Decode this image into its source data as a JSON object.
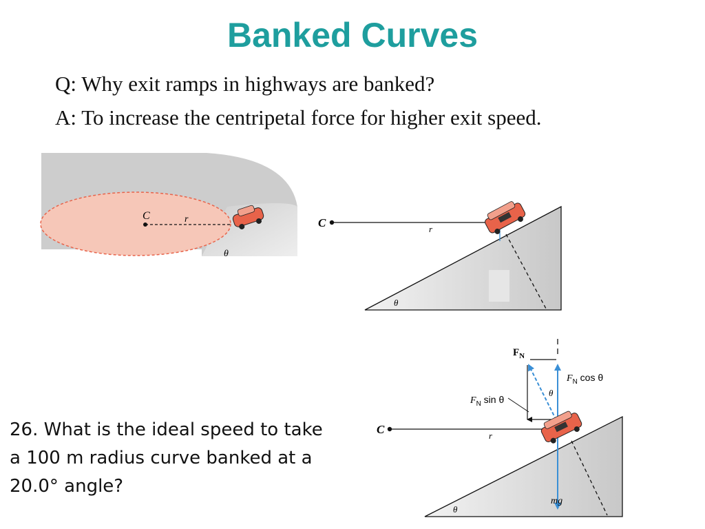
{
  "slide": {
    "title": "Banked Curves",
    "question": "Q: Why exit ramps in highways are banked?",
    "answer": "A: To increase the centripetal force for higher exit speed.",
    "problem_line1": "26. What is the ideal speed to take",
    "problem_line2": "a 100 m radius curve banked at a",
    "problem_line3": "20.0° angle?"
  },
  "figure1": {
    "center_label": "C",
    "radius_label": "r",
    "angle_label": "θ"
  },
  "figure2": {
    "center_label": "C",
    "radius_label": "r",
    "angle_label": "θ"
  },
  "figure3": {
    "center_label": "C",
    "radius_label": "r",
    "angle_label": "θ",
    "normal_force_label": "F",
    "normal_force_sub": "N",
    "fn_cos_prefix": "F",
    "fn_cos_sub": "N",
    "fn_cos_suffix": " cos θ",
    "fn_sin_prefix": "F",
    "fn_sin_sub": "N",
    "fn_sin_suffix": " sin θ",
    "inner_angle_label": "θ",
    "weight_label": "mg"
  },
  "colors": {
    "title": "#1e9e9e",
    "car": "#e8634a",
    "force_arrow": "#3a8fd6",
    "ramp_fill": "#d8d8d8",
    "circle_fill": "#f6c7b8"
  }
}
